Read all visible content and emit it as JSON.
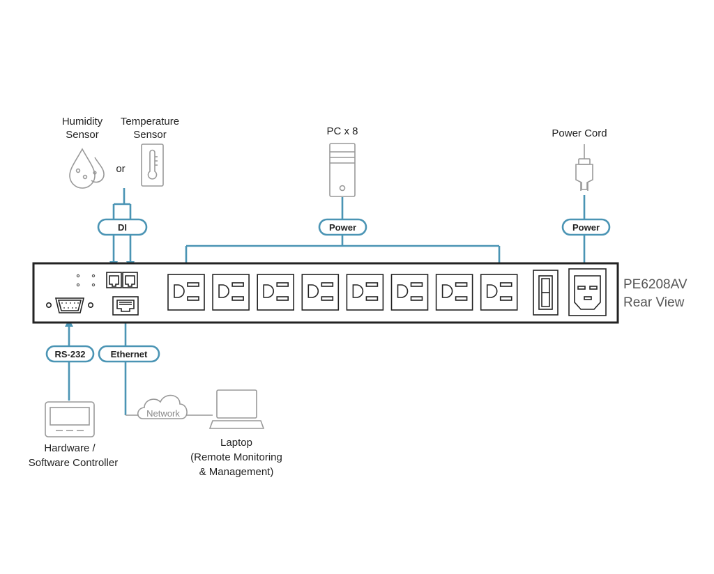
{
  "labels": {
    "humidity_line1": "Humidity",
    "humidity_line2": "Sensor",
    "temperature_line1": "Temperature",
    "temperature_line2": "Sensor",
    "or": "or",
    "pc": "PC x 8",
    "power_cord": "Power Cord",
    "model_line1": "PE6208AV",
    "model_line2": "Rear View",
    "controller_line1": "Hardware /",
    "controller_line2": "Software Controller",
    "laptop_line1": "Laptop",
    "laptop_line2": "(Remote Monitoring",
    "laptop_line3": "& Management)",
    "network": "Network"
  },
  "pills": {
    "di": "DI",
    "power_outlets": "Power",
    "power_inlet": "Power",
    "rs232": "RS-232",
    "ethernet": "Ethernet"
  },
  "colors": {
    "connector_blue": "#4a94b4",
    "device_outline": "#222222",
    "icon_gray": "#999999"
  },
  "outlet_count": 8
}
